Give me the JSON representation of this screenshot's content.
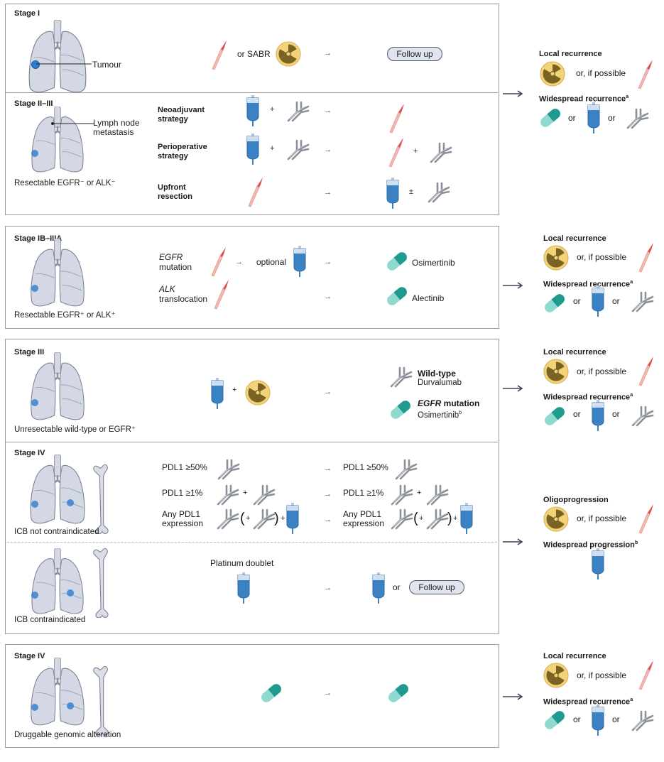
{
  "panels": [
    {
      "stage": "Stage I",
      "tumour_label": "Tumour",
      "option_text": "or SABR",
      "follow_up": "Follow up"
    },
    {
      "stage": "Stage II–III",
      "node_label": "Lymph node\nmetastasis",
      "caption": "Resectable EGFR⁻ or ALK⁻",
      "strategies": [
        {
          "label": "Neoadjuvant\nstrategy"
        },
        {
          "label": "Perioperative\nstrategy"
        },
        {
          "label": "Upfront\nresection"
        }
      ]
    },
    {
      "stage": "Stage IB–IIIA",
      "caption": "Resectable EGFR⁺ or ALK⁺",
      "rows": [
        {
          "gene": "EGFR",
          "alteration": "mutation",
          "optional": "optional",
          "drug": "Osimertinib"
        },
        {
          "gene": "ALK",
          "alteration": "translocation",
          "drug": "Alectinib"
        }
      ]
    },
    {
      "stage": "Stage III",
      "caption": "Unresectable wild-type or EGFR⁺",
      "outcomes": [
        {
          "heading": "Wild-type",
          "drug": "Durvalumab"
        },
        {
          "heading_gene": "EGFR",
          "heading_rest": " mutation",
          "drug": "Osimertinib",
          "sup": "b"
        }
      ]
    },
    {
      "stage": "Stage IV",
      "caption_a": "ICB not contraindicated",
      "caption_b": "ICB contraindicated",
      "pdl1_rows": [
        "PDL1 ≥50%",
        "PDL1 ≥1%",
        "Any PDL1\nexpression"
      ],
      "platinum": "Platinum doublet",
      "or_text": "or",
      "follow_up": "Follow up"
    },
    {
      "stage": "Stage IV",
      "caption": "Druggable genomic alteration"
    }
  ],
  "recurrence": {
    "local": "Local recurrence",
    "or_if_possible": "or, if possible",
    "widespread": "Widespread recurrence",
    "oligo": "Oligoprogression",
    "widespread_prog": "Widespread progression",
    "sup_a": "a",
    "sup_b": "b",
    "or": "or"
  },
  "symbols": {
    "plus": "+",
    "plus_minus": "±",
    "open_paren": "(",
    "close_paren": ")"
  },
  "icons": [
    "lungs-icon",
    "bone-icon",
    "scalpel-icon",
    "radiation-icon",
    "iv-bag-icon",
    "antibody-icon",
    "capsule-icon",
    "arrow-icon"
  ],
  "colors": {
    "tumour": "#2d7dd2",
    "iv_bag": "#3b82c4",
    "capsule_dark": "#1f9a8e",
    "capsule_light": "#8fd9cf",
    "radiation": "#f3d37a",
    "scalpel": "#d9534f",
    "antibody": "#8a8f99",
    "box_border": "#9a9a9a",
    "pill_fill": "#dfe5ee"
  }
}
